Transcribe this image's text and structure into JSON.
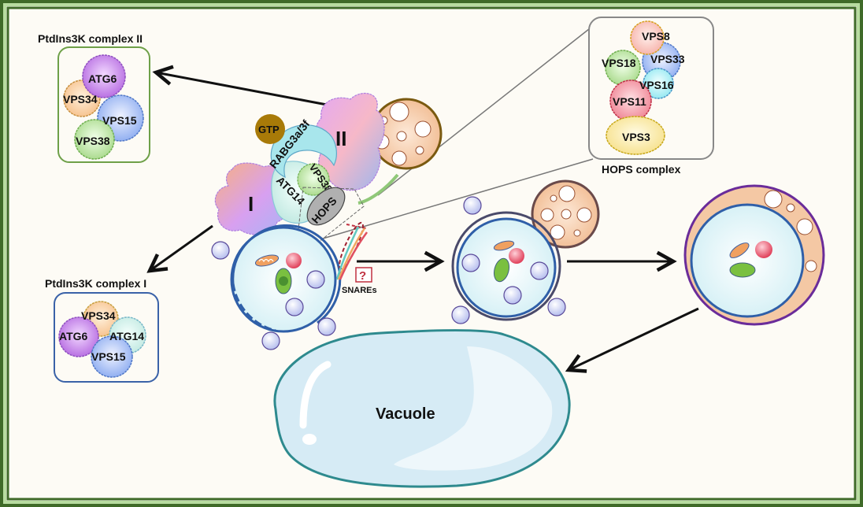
{
  "title_complex_ii": "PtdIns3K complex II",
  "title_complex_i": "PtdIns3K complex I",
  "title_hops": "HOPS complex",
  "complex_ii": {
    "proteins": [
      "ATG6",
      "VPS34",
      "VPS15",
      "VPS38"
    ]
  },
  "complex_i": {
    "proteins": [
      "VPS34",
      "ATG6",
      "ATG14",
      "VPS15"
    ]
  },
  "hops": {
    "proteins": [
      "VPS8",
      "VPS18",
      "VPS33",
      "VPS16",
      "VPS11",
      "VPS3"
    ]
  },
  "central": {
    "gtp": "GTP",
    "rab": "RABG3a/3f",
    "complex_ii_label": "II",
    "complex_i_label": "I",
    "vps38": "VPS38",
    "atg14": "ATG14",
    "hops": "HOPS"
  },
  "snares": {
    "label": "SNAREs",
    "unknown_symbol": "?"
  },
  "vacuole": {
    "label": "Vacuole"
  },
  "colors": {
    "frame_dark": "#3f6a28",
    "frame_light": "#b8dca0",
    "background": "#fdfbf5",
    "membrane_blue": "#2f5fa8",
    "autophagosome_fill": "#dff3f7",
    "amphisome_purple": "#6a2c9a",
    "vacuole_fill": "#d6ebf5",
    "vacuole_stroke": "#2e8a8e",
    "mvb_fill": "#f4c8a4",
    "mvb_stroke": "#7a5a10",
    "gtp_fill": "#a87a08",
    "snare_box": "#c0304a"
  }
}
